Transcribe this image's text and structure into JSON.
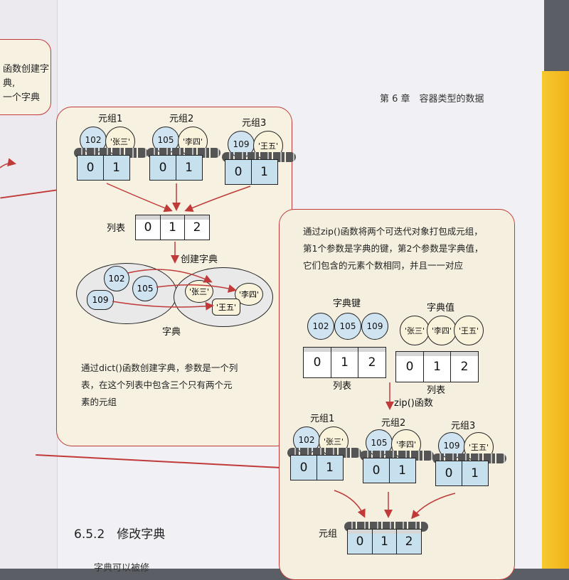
{
  "header": "第 6 章　容器类型的数据",
  "prev_text": [
    "函数创建字典,",
    "一个字典"
  ],
  "panel1": {
    "tuple_labels": [
      "元组1",
      "元组2",
      "元组3"
    ],
    "tuples": [
      {
        "key": "102",
        "value": "'张三'"
      },
      {
        "key": "105",
        "value": "'李四'"
      },
      {
        "key": "109",
        "value": "'王五'"
      }
    ],
    "index_labels": [
      "0",
      "1"
    ],
    "list_label": "列表",
    "list_indices": [
      "0",
      "1",
      "2"
    ],
    "arrow_label": "创建字典",
    "dict_keys": [
      "102",
      "105",
      "109"
    ],
    "dict_values": [
      "'张三'",
      "'李四'",
      "'王五'"
    ],
    "dict_label": "字典",
    "caption": [
      "通过dict()函数创建字典，参数是一个列",
      "表，在这个列表中包含三个只有两个元",
      "素的元组"
    ]
  },
  "panel2": {
    "caption": [
      "通过zip()函数将两个可迭代对象打包成元组，",
      "第1个参数是字典的键，第2个参数是字典值，",
      "它们包含的元素个数相同，并且一一对应"
    ],
    "keys_label": "字典键",
    "values_label": "字典值",
    "keys": [
      "102",
      "105",
      "109"
    ],
    "values": [
      "'张三'",
      "'李四'",
      "'王五'"
    ],
    "list_label_left": "列表",
    "list_label_right": "列表",
    "list_indices": [
      "0",
      "1",
      "2"
    ],
    "zip_label": "zip()函数",
    "tuple_labels": [
      "元组1",
      "元组2",
      "元组3"
    ],
    "tuples": [
      {
        "key": "102",
        "value": "'张三'"
      },
      {
        "key": "105",
        "value": "'李四'"
      },
      {
        "key": "109",
        "value": "'王五'"
      }
    ],
    "index_labels": [
      "0",
      "1"
    ],
    "tuple_label": "元组",
    "tuple_indices": [
      "0",
      "1",
      "2"
    ]
  },
  "section": "6.5.2　修改字典",
  "body_cut": "字典可以被修"
}
